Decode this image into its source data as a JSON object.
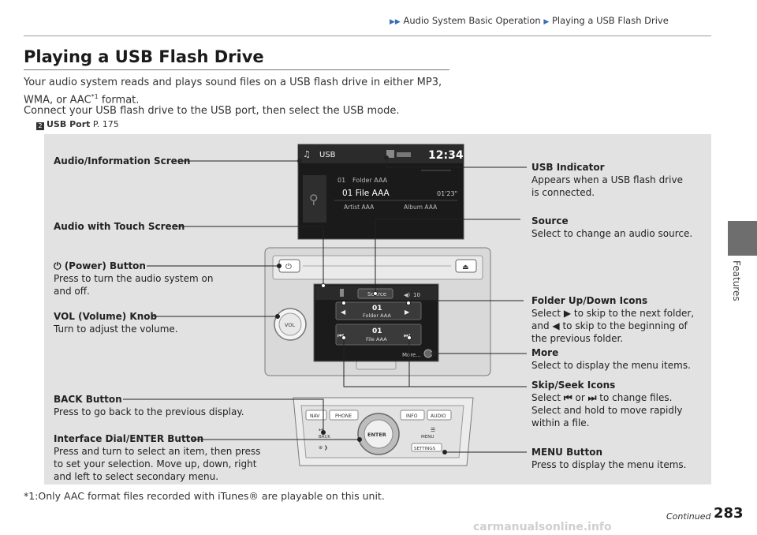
{
  "header": {
    "crumb1": "Audio System Basic Operation",
    "crumb2": "Playing a USB Flash Drive"
  },
  "sidebar": {
    "label": "Features"
  },
  "page": {
    "title": "Playing a USB Flash Drive",
    "para1_line1": "Your audio system reads and plays sound files on a USB flash drive in either MP3,",
    "para1_line2_a": "WMA, or AAC",
    "para1_line2_sup": "*1",
    "para1_line2_b": " format.",
    "para2": "Connect your USB flash drive to the USB port, then select the USB mode.",
    "xref_icon": "2",
    "xref_label": "USB Port",
    "xref_page": " P. 175"
  },
  "screen_top": {
    "usb": "USB",
    "clock": "12:34",
    "track_no": "01",
    "folder": "Folder AAA",
    "file": "01 File AAA",
    "time": "01'23\"",
    "artist": "Artist AAA",
    "album": "Album AAA"
  },
  "screen_touch": {
    "source": "Source",
    "volume": "10",
    "folder_no": "01",
    "folder_name": "Folder AAA",
    "file_no": "01",
    "file_name": "File AAA",
    "more": "More..."
  },
  "knob": {
    "vol": "VOL"
  },
  "panel": {
    "nav": "NAV",
    "phone": "PHONE",
    "info": "INFO",
    "audio": "AUDIO",
    "back": "BACK",
    "enter": "ENTER",
    "menu": "MENU",
    "settings": "SETTINGS"
  },
  "callouts": {
    "audio_info_screen": "Audio/Information Screen",
    "audio_touch_screen": "Audio with Touch Screen",
    "power_title": "(Power) Button",
    "power_l1": "Press to turn the audio system on",
    "power_l2": "and off.",
    "vol_title": "VOL (Volume) Knob",
    "vol_l1": "Turn to adjust the volume.",
    "back_title": "BACK Button",
    "back_l1": "Press to go back to the previous display.",
    "dial_title": "Interface Dial/ENTER Button",
    "dial_l1": "Press and turn to select an item, then press",
    "dial_l2": "to set your selection. Move up, down, right",
    "dial_l3": "and left to select secondary menu.",
    "usb_ind_title": "USB Indicator",
    "usb_ind_l1": "Appears when a USB flash drive",
    "usb_ind_l2": "is connected.",
    "source_title": "Source",
    "source_l1": "Select to change an audio source.",
    "folder_title": "Folder Up/Down Icons",
    "folder_l1a": "Select",
    "folder_l1b": "to skip to the next folder,",
    "folder_l2a": "and",
    "folder_l2b": "to skip to the beginning of",
    "folder_l3": "the previous folder.",
    "more_title": "More",
    "more_l1": "Select to display the menu items.",
    "skip_title": "Skip/Seek Icons",
    "skip_l1a": "Select",
    "skip_l1b": "or",
    "skip_l1c": "to change files.",
    "skip_l2": "Select and hold to move rapidly",
    "skip_l3": "within a file.",
    "menu_title": "MENU Button",
    "menu_l1": "Press to display the menu items."
  },
  "footnote": "*1:Only AAC format files recorded with iTunes® are playable on this unit.",
  "continued": "Continued",
  "page_number": "283",
  "watermark": "carmanualsonline.info"
}
